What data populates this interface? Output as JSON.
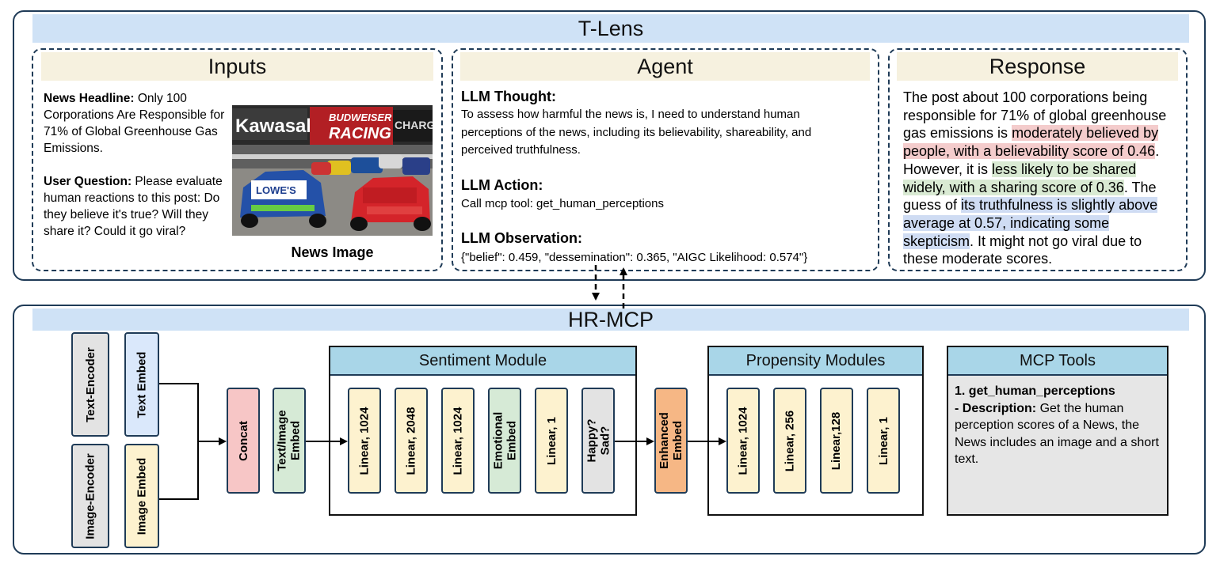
{
  "tlens": {
    "title": "T-Lens"
  },
  "inputs": {
    "title": "Inputs",
    "headline_label": "News Headline:",
    "headline_text": "Only 100 Corporations Are Responsible for 71% of Global Greenhouse Gas Emissions.",
    "question_label": "User Question:",
    "question_text": "Please evaluate human reactions to this post: Do they believe it's true? Will they share it? Could it go viral?",
    "image_caption": "News Image",
    "photo_text": {
      "brand1": "Kawasaki",
      "brand2": "BUDWEISER",
      "brand3": "RACING",
      "brand4": "CHARG",
      "car_text": "LOWE'S"
    }
  },
  "agent": {
    "title": "Agent",
    "thought_label": "LLM Thought:",
    "thought_text": "To assess how harmful the news is, I need to understand human perceptions of the news, including its believability, shareability, and perceived truthfulness.",
    "action_label": "LLM Action:",
    "action_text": "Call mcp tool: get_human_perceptions",
    "observation_label": "LLM Observation:",
    "observation_text": "{\"belief\": 0.459, \"dessemination\": 0.365, \"AIGC Likelihood: 0.574\"}"
  },
  "response": {
    "title": "Response",
    "p1": "The post about 100 corporations being responsible for 71% of global greenhouse gas emissions is ",
    "h1": "moderately believed by people, with a believability score of 0.46",
    "p2": ". However, it is ",
    "h2": "less likely to be shared widely, with a sharing score of 0.36",
    "p3": ". The guess of ",
    "h3": "its truthfulness is slightly above average at 0.57, indicating some skepticism",
    "p4": ". It might not go viral due to these moderate scores.",
    "colors": {
      "red": "#f4cccc",
      "green": "#d9ead3",
      "blue": "#cfdcf3"
    }
  },
  "hrmcp": {
    "title": "HR-MCP",
    "text_encoder": "Text-Encoder",
    "text_embed": "Text Embed",
    "image_encoder": "Image-Encoder",
    "image_embed": "Image Embed",
    "concat": "Concat",
    "text_image_embed": "Text/Image Embed",
    "sentiment_title": "Sentiment Module",
    "sentiment_blocks": [
      "Linear, 1024",
      "Linear, 2048",
      "Linear, 1024",
      "Emotional Embed",
      "Linear, 1",
      "Happy? Sad?"
    ],
    "enhanced_embed": "Enhanced Embed",
    "propensity_title": "Propensity Modules",
    "propensity_blocks": [
      "Linear, 1024",
      "Linear, 256",
      "Linear,128",
      "Linear, 1"
    ],
    "mcp_title": "MCP Tools",
    "mcp_tool_name": "1. get_human_perceptions",
    "mcp_desc_label": "- Description:",
    "mcp_desc_text": "Get the human perception scores of a News, the News includes an image and a short text."
  },
  "colors": {
    "panel_border": "#1f3b57",
    "banner": "#cfe2f6",
    "section_head": "#f6f1df",
    "module_head": "#a9d6e8"
  }
}
